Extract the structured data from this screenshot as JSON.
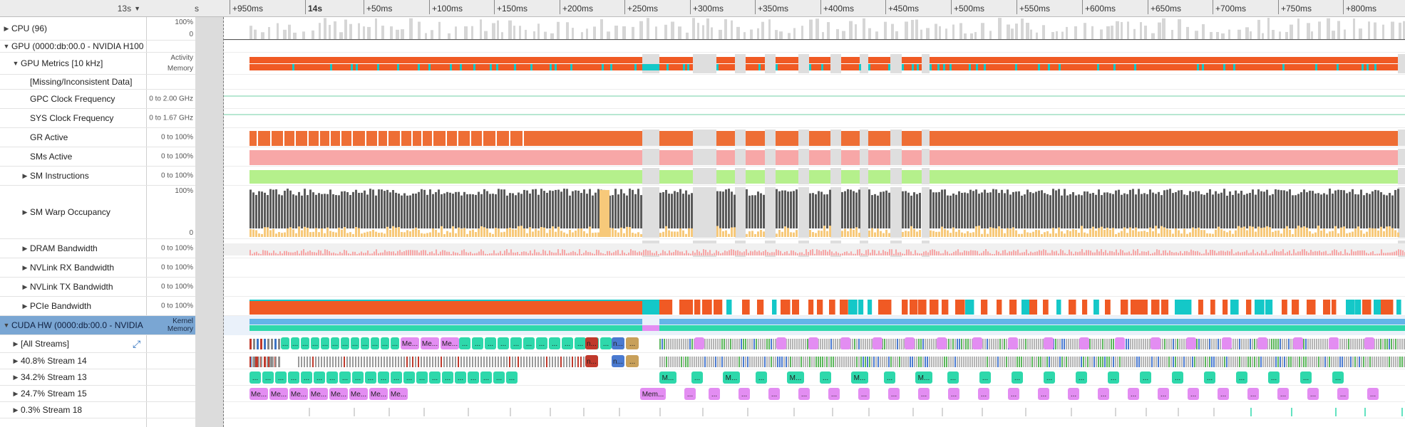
{
  "toolbar": {
    "zoom_value": "13s"
  },
  "ruler": {
    "left_marker": "s",
    "ticks": [
      {
        "label": "+950ms",
        "bold": false
      },
      {
        "label": "14s",
        "bold": true
      },
      {
        "label": "+50ms",
        "bold": false
      },
      {
        "label": "+100ms",
        "bold": false
      },
      {
        "label": "+150ms",
        "bold": false
      },
      {
        "label": "+200ms",
        "bold": false
      },
      {
        "label": "+250ms",
        "bold": false
      },
      {
        "label": "+300ms",
        "bold": false
      },
      {
        "label": "+350ms",
        "bold": false
      },
      {
        "label": "+400ms",
        "bold": false
      },
      {
        "label": "+450ms",
        "bold": false
      },
      {
        "label": "+500ms",
        "bold": false
      },
      {
        "label": "+550ms",
        "bold": false
      },
      {
        "label": "+600ms",
        "bold": false
      },
      {
        "label": "+650ms",
        "bold": false
      },
      {
        "label": "+700ms",
        "bold": false
      },
      {
        "label": "+750ms",
        "bold": false
      },
      {
        "label": "+800ms",
        "bold": false
      }
    ]
  },
  "rows": [
    {
      "label": "CPU (96)",
      "arrow": "right",
      "indent": 0,
      "scale_top": "100%",
      "scale_bottom": "0"
    },
    {
      "label": "GPU (0000:db:00.0 - NVIDIA H100",
      "arrow": "down",
      "indent": 0
    },
    {
      "label": "GPU Metrics [10 kHz]",
      "arrow": "down",
      "indent": 1,
      "scale_top": "Activity",
      "scale_bottom": "Memory"
    },
    {
      "label": "[Missing/Inconsistent Data]",
      "arrow": "",
      "indent": 2
    },
    {
      "label": "GPC Clock Frequency",
      "arrow": "",
      "indent": 2,
      "scale": "0 to 2.00 GHz"
    },
    {
      "label": "SYS Clock Frequency",
      "arrow": "",
      "indent": 2,
      "scale": "0 to 1.67 GHz"
    },
    {
      "label": "GR Active",
      "arrow": "",
      "indent": 2,
      "scale": "0 to 100%"
    },
    {
      "label": "SMs Active",
      "arrow": "",
      "indent": 2,
      "scale": "0 to 100%"
    },
    {
      "label": "SM Instructions",
      "arrow": "right",
      "indent": 2,
      "scale": "0 to 100%"
    },
    {
      "label": "SM Warp Occupancy",
      "arrow": "right",
      "indent": 2,
      "scale_top": "100%",
      "scale_bottom": "0"
    },
    {
      "label": "DRAM Bandwidth",
      "arrow": "right",
      "indent": 2,
      "scale": "0 to 100%"
    },
    {
      "label": "NVLink RX Bandwidth",
      "arrow": "right",
      "indent": 2,
      "scale": "0 to 100%"
    },
    {
      "label": "NVLink TX Bandwidth",
      "arrow": "right",
      "indent": 2,
      "scale": "0 to 100%"
    },
    {
      "label": "PCIe Bandwidth",
      "arrow": "right",
      "indent": 2,
      "scale": "0 to 100%"
    },
    {
      "label": "CUDA HW (0000:db:00.0 - NVIDIA",
      "arrow": "down",
      "indent": 0,
      "selected": true,
      "scale_top": "Kernel",
      "scale_bottom": "Memory"
    },
    {
      "label": "[All Streams]",
      "arrow": "right",
      "indent": 1,
      "expand_icon": true
    },
    {
      "label": "40.8% Stream 14",
      "arrow": "right",
      "indent": 1
    },
    {
      "label": "34.2% Stream 13",
      "arrow": "right",
      "indent": 1
    },
    {
      "label": "24.7% Stream 15",
      "arrow": "right",
      "indent": 1
    },
    {
      "label": "0.3% Stream 18",
      "arrow": "right",
      "indent": 1
    }
  ],
  "kernel_labels": {
    "generic": "...",
    "memcpy": "Me...",
    "memcpy_long": "Mem...",
    "kernel_m": "M...",
    "red": "n...",
    "blue": "n..."
  },
  "colors": {
    "activity": "#f05a24",
    "memory": "#14c8c8",
    "gr_active": "#ee6e35",
    "sms_active": "#f7a7a7",
    "sm_instructions": "#b5f08c",
    "warp_dark": "#5a5a5a",
    "warp_light": "#f7c97a",
    "kernel_green": "#2ed8ab",
    "memcpy_pink": "#e38df2",
    "selected_row": "#7aa6d3",
    "gap_gray": "#dedede"
  }
}
